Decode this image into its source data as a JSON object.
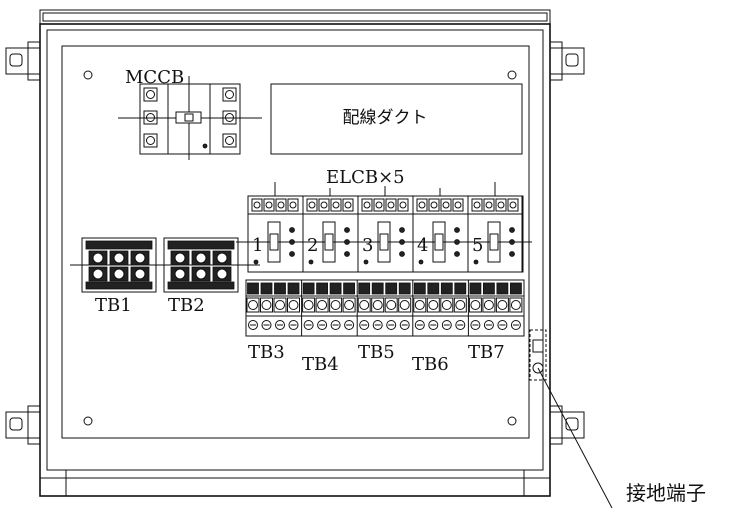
{
  "labels": {
    "mccb": "MCCB",
    "duct": "配線ダクト",
    "elcb": "ELCB×5",
    "tb1": "TB1",
    "tb2": "TB2",
    "tb3": "TB3",
    "tb4": "TB4",
    "tb5": "TB5",
    "tb6": "TB6",
    "tb7": "TB7",
    "ground": "接地端子"
  },
  "elcb_numbers": [
    "1",
    "2",
    "3",
    "4",
    "5"
  ],
  "colors": {
    "line": "#111111",
    "background": "#ffffff"
  }
}
